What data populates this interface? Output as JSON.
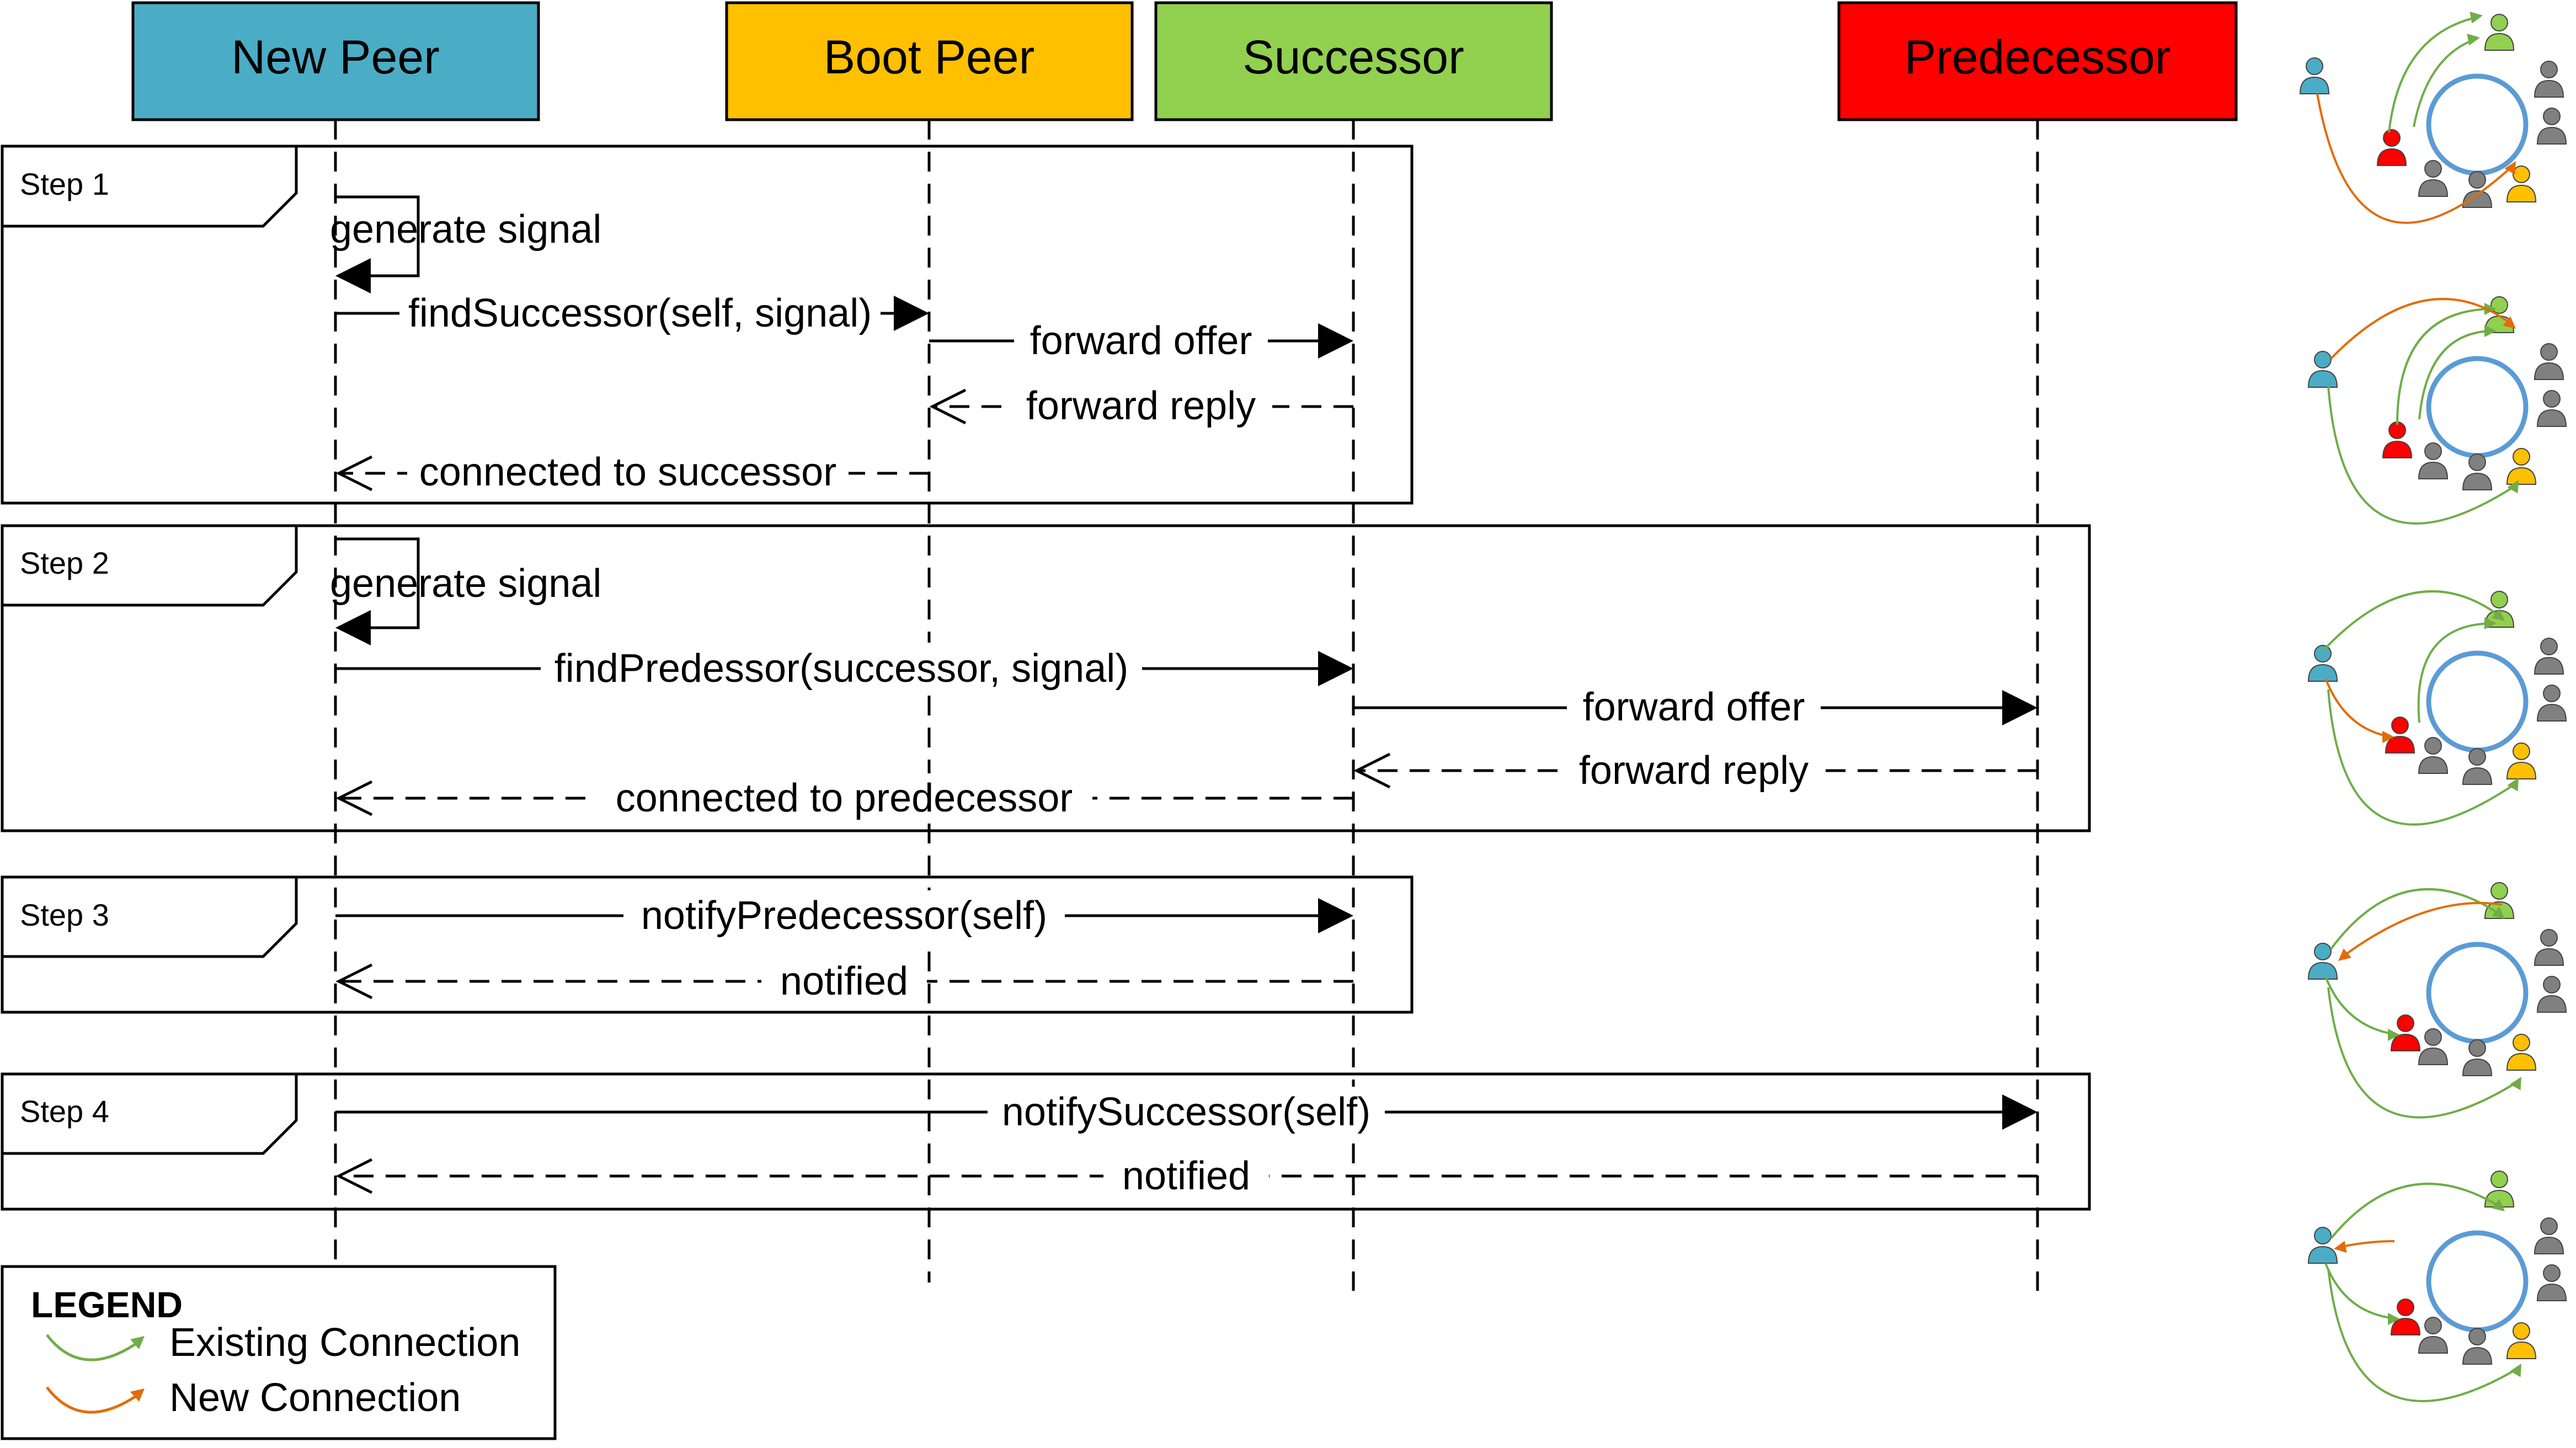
{
  "participants": [
    {
      "id": "new_peer",
      "label": "New Peer",
      "color": "#4BACC6"
    },
    {
      "id": "boot_peer",
      "label": "Boot Peer",
      "color": "#FFC000"
    },
    {
      "id": "successor",
      "label": "Successor",
      "color": "#92D050"
    },
    {
      "id": "predecessor",
      "label": "Predecessor",
      "color": "#FF0000"
    }
  ],
  "steps": [
    {
      "label": "Step 1"
    },
    {
      "label": "Step 2"
    },
    {
      "label": "Step 3"
    },
    {
      "label": "Step 4"
    }
  ],
  "messages": {
    "s1_self": "generate signal",
    "s1_find_successor": "findSuccessor(self, signal)",
    "s1_forward_offer": "forward offer",
    "s1_forward_reply": "forward reply",
    "s1_connected": "connected to successor",
    "s2_self": "generate signal",
    "s2_find_pred": "findPredessor(successor, signal)",
    "s2_forward_offer": "forward offer",
    "s2_forward_reply": "forward reply",
    "s2_connected": "connected to predecessor",
    "s3_notify": "notifyPredecessor(self)",
    "s3_notified": "notified",
    "s4_notify": "notifySuccessor(self)",
    "s4_notified": "notified"
  },
  "legend": {
    "title": "LEGEND",
    "existing": "Existing Connection",
    "new": "New Connection",
    "existing_color": "#70AD47",
    "new_color": "#E36C09"
  },
  "ring_colors": {
    "ring": "#5B9BD5",
    "new_peer": "#4BACC6",
    "successor": "#92D050",
    "predecessor": "#FF0000",
    "boot_peer": "#FFC000",
    "other": "#808080"
  }
}
